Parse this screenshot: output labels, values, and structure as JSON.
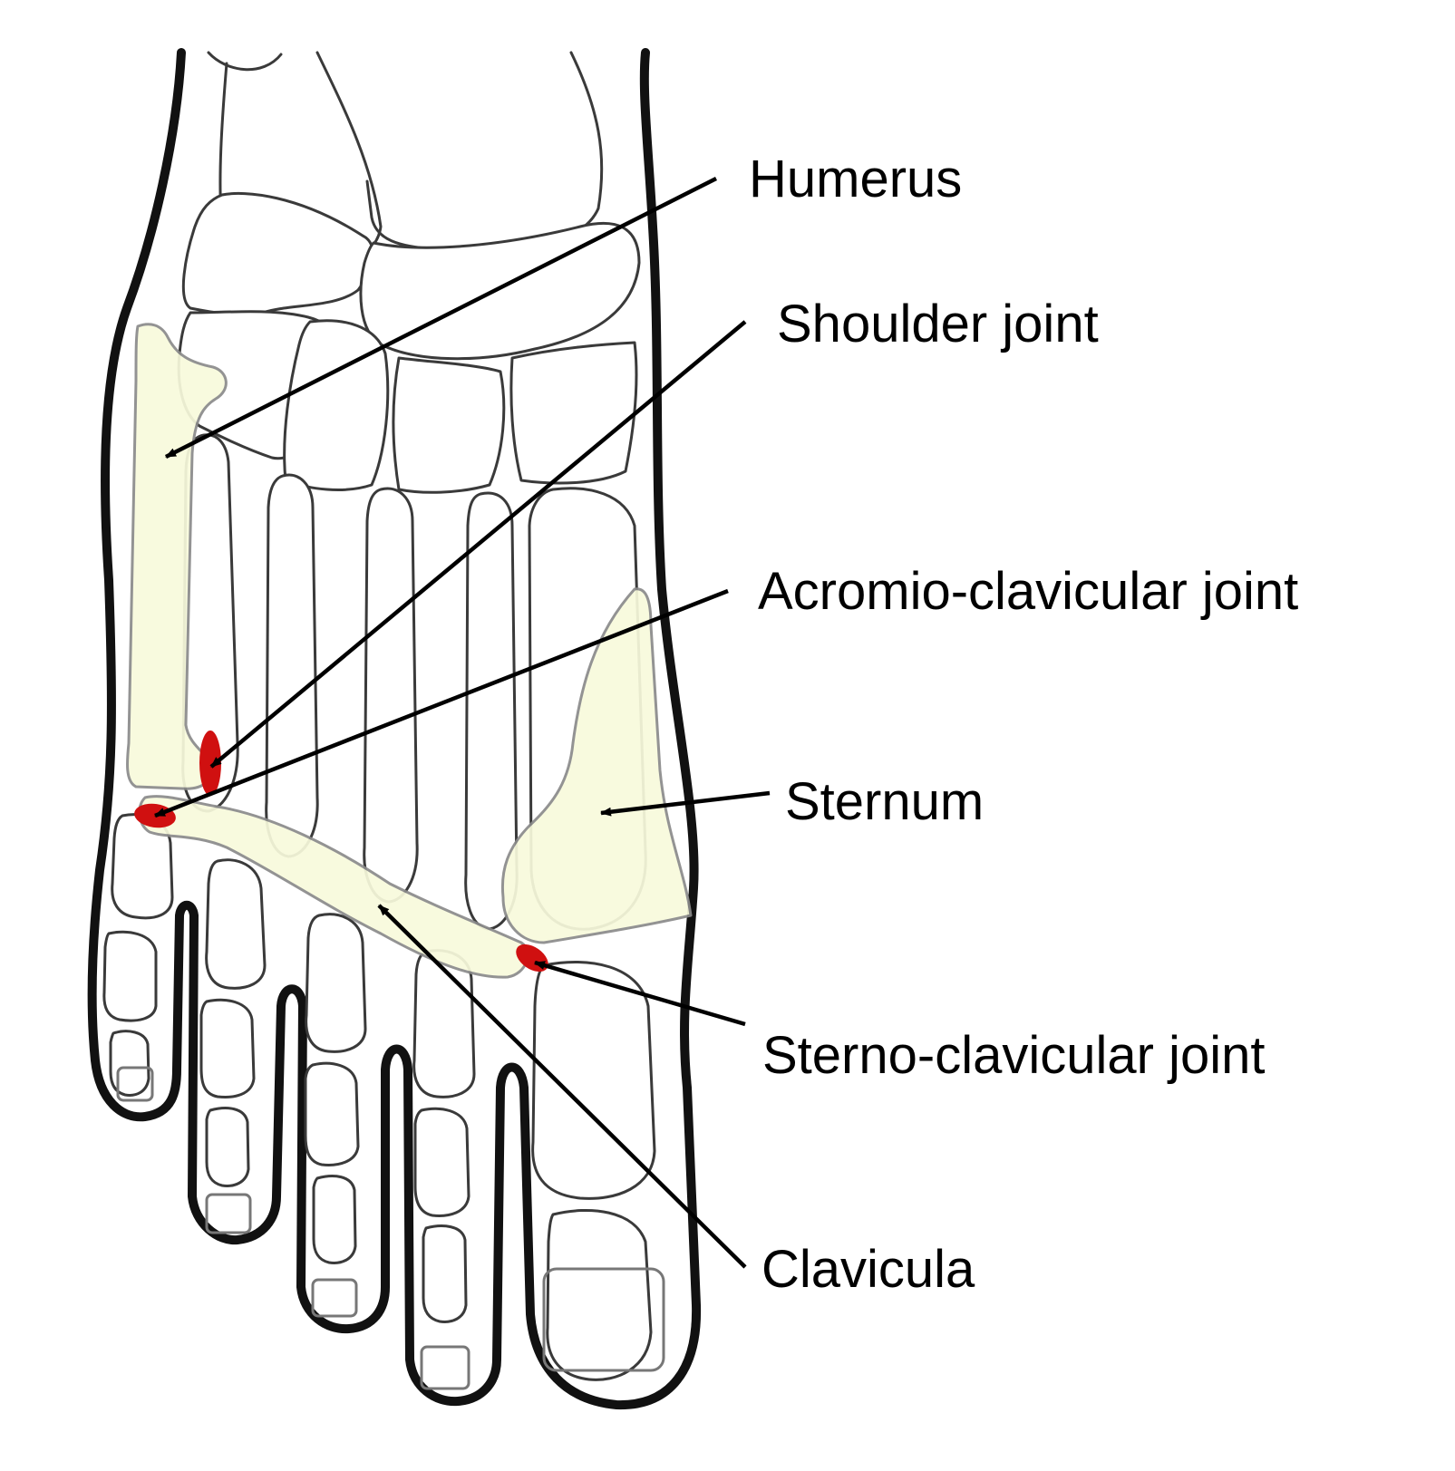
{
  "colors": {
    "outline": "#111111",
    "bone_stroke": "#3a3a3a",
    "highlight_fill": "#f8fadc",
    "joint_fill": "#d01010",
    "leader": "#000000"
  },
  "labels": {
    "humerus": "Humerus",
    "shoulder_joint": "Shoulder joint",
    "acromio_clavicular_joint": "Acromio-clavicular joint",
    "sternum": "Sternum",
    "sterno_clavicular_joint": "Sterno-clavicular joint",
    "clavicula": "Clavicula"
  }
}
